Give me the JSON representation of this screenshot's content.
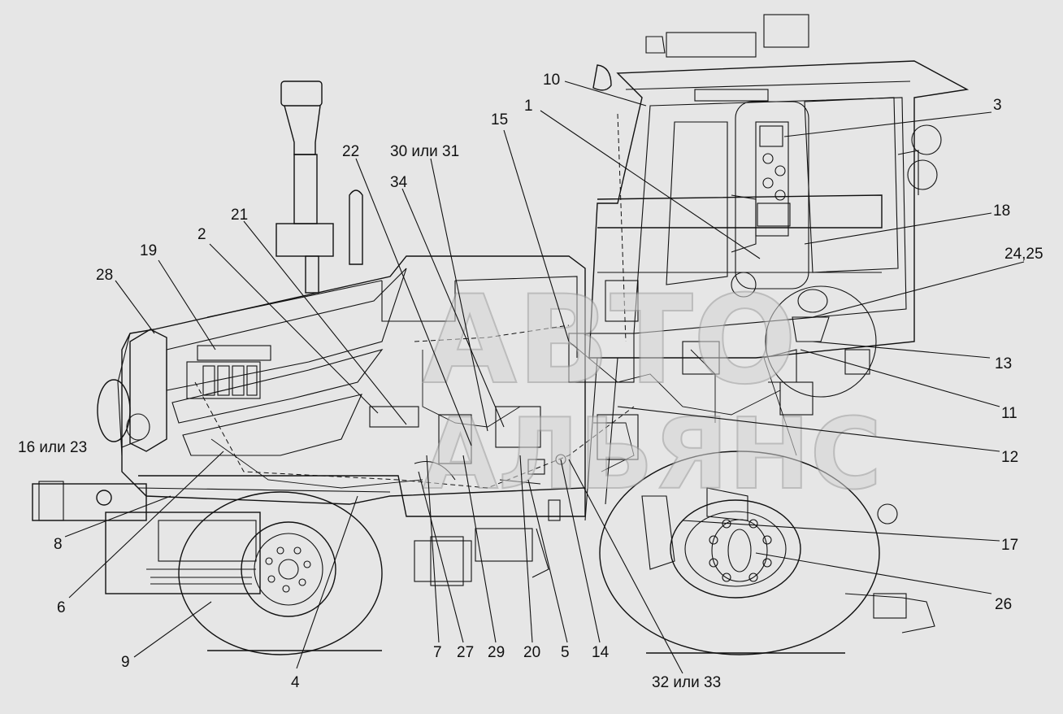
{
  "watermark": {
    "line1": "АВТО",
    "line2": "АЛЬЯНС"
  },
  "callouts": [
    {
      "id": "c1",
      "text": "1"
    },
    {
      "id": "c2",
      "text": "2"
    },
    {
      "id": "c3",
      "text": "3"
    },
    {
      "id": "c4",
      "text": "4"
    },
    {
      "id": "c5",
      "text": "5"
    },
    {
      "id": "c6",
      "text": "6"
    },
    {
      "id": "c7",
      "text": "7"
    },
    {
      "id": "c8",
      "text": "8"
    },
    {
      "id": "c9",
      "text": "9"
    },
    {
      "id": "c10",
      "text": "10"
    },
    {
      "id": "c11",
      "text": "11"
    },
    {
      "id": "c12",
      "text": "12"
    },
    {
      "id": "c13",
      "text": "13"
    },
    {
      "id": "c14",
      "text": "14"
    },
    {
      "id": "c15",
      "text": "15"
    },
    {
      "id": "c16",
      "text": "16 или 23"
    },
    {
      "id": "c17",
      "text": "17"
    },
    {
      "id": "c18",
      "text": "18"
    },
    {
      "id": "c19",
      "text": "19"
    },
    {
      "id": "c20",
      "text": "20"
    },
    {
      "id": "c21",
      "text": "21"
    },
    {
      "id": "c22",
      "text": "22"
    },
    {
      "id": "c24",
      "text": "24,25"
    },
    {
      "id": "c26",
      "text": "26"
    },
    {
      "id": "c27",
      "text": "27"
    },
    {
      "id": "c28",
      "text": "28"
    },
    {
      "id": "c29",
      "text": "29"
    },
    {
      "id": "c30",
      "text": "30 или 31"
    },
    {
      "id": "c32",
      "text": "32 или 33"
    },
    {
      "id": "c34",
      "text": "34"
    }
  ]
}
